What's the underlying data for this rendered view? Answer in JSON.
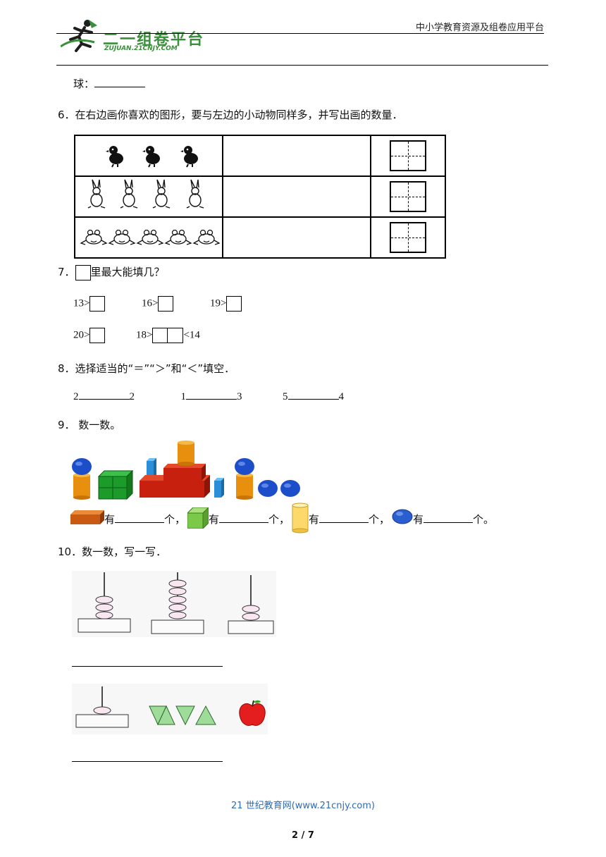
{
  "header": {
    "logo_text": "二一组卷平台",
    "logo_sub": "ZUJUAN.21CNJY.COM",
    "right_title": "中小学教育资源及组卷应用平台"
  },
  "q5_tail": {
    "label": "球："
  },
  "q6": {
    "text": "6．在右边画你喜欢的图形，要与左边的小动物同样多，并写出画的数量．",
    "rows": [
      {
        "animal": "chick",
        "count": 3
      },
      {
        "animal": "rabbit",
        "count": 4
      },
      {
        "animal": "frog",
        "count": 5
      }
    ]
  },
  "q7": {
    "prefix": "7．",
    "text": "里最大能填几？",
    "items": [
      "13>",
      "16>",
      "19>",
      "20>",
      "18>"
    ],
    "last_suffix": "<14"
  },
  "q8": {
    "text": "8．选择适当的“＝”“＞”和“＜”填空．",
    "pairs": [
      [
        "2",
        "2"
      ],
      [
        "1",
        "3"
      ],
      [
        "5",
        "4"
      ]
    ]
  },
  "q9": {
    "text": "9． 数一数。",
    "you": "有",
    "ge_sep": "个，",
    "ge_end": "个。"
  },
  "q10": {
    "text": "10．数一数，写一写．"
  },
  "footer": {
    "site": "21 世纪教育网(www.21cnjy.com)",
    "page": "2 / 7"
  },
  "colors": {
    "footer_link": "#2e6bb5",
    "logo_green": "#3a8f3a"
  }
}
